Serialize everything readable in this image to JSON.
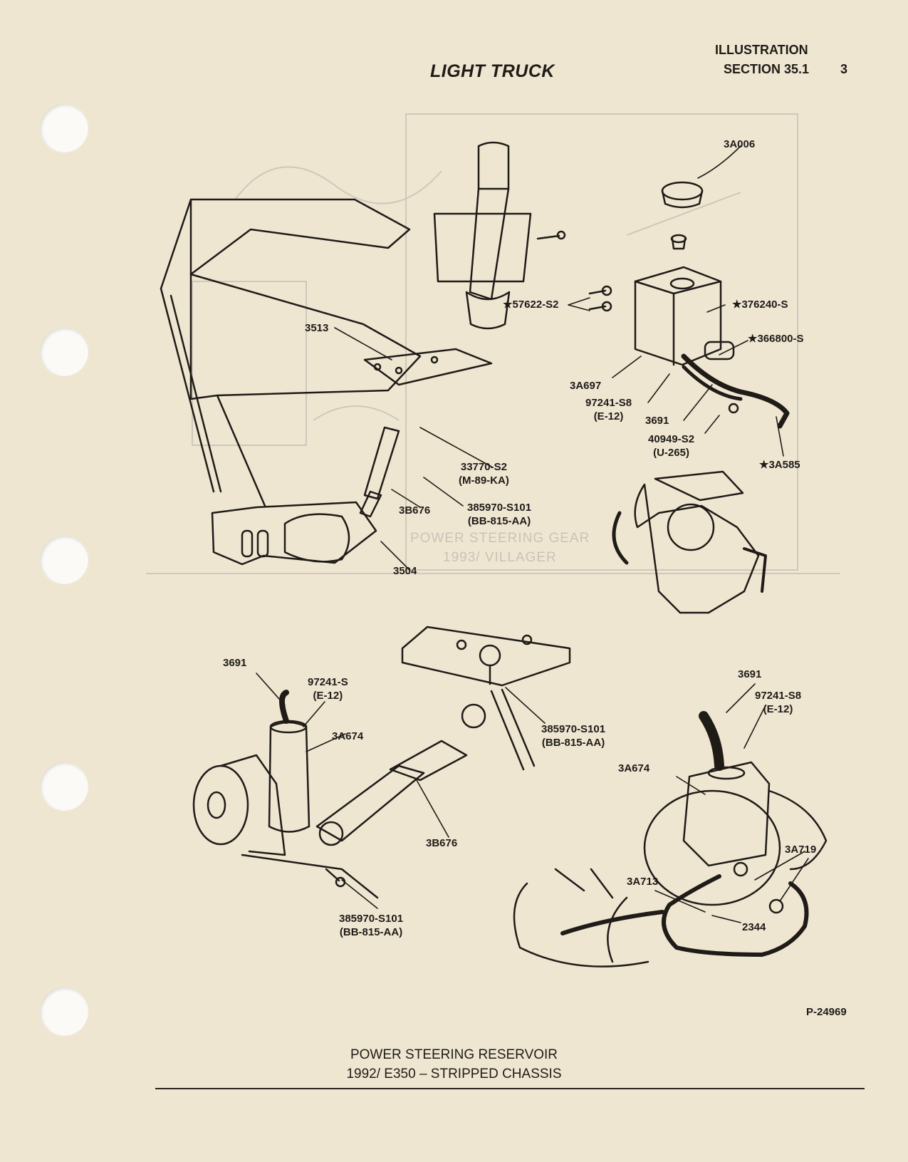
{
  "header": {
    "title": "LIGHT TRUCK",
    "illustration": "ILLUSTRATION",
    "section": "SECTION 35.1",
    "page_number": "3"
  },
  "labels": {
    "a3006": "3A006",
    "p57622": "★57622-S2",
    "p376240": "★376240-S",
    "p366800": "★366800-S",
    "p3513": "3513",
    "a3697": "3A697",
    "p97241_top": "97241-S8",
    "p97241_top_code": "(E-12)",
    "p3691_top": "3691",
    "p40949": "40949-S2",
    "p40949_code": "(U-265)",
    "a3585": "★3A585",
    "p33770": "33770-S2",
    "p33770_code": "(M-89-KA)",
    "p385970_top": "385970-S101",
    "p385970_top_code": "(BB-815-AA)",
    "b3676_top": "3B676",
    "p3504": "3504",
    "p3691_left": "3691",
    "p97241_left": "97241-S",
    "p97241_left_code": "(E-12)",
    "a3674_left": "3A674",
    "p385970_mid": "385970-S101",
    "p385970_mid_code": "(BB-815-AA)",
    "b3676_bottom": "3B676",
    "p385970_bottom": "385970-S101",
    "p385970_bottom_code": "(BB-815-AA)",
    "p3691_right": "3691",
    "p97241_right": "97241-S8",
    "p97241_right_code": "(E-12)",
    "a3674_right": "3A674",
    "a3719": "3A719",
    "a3713": "3A713",
    "p2344": "2344"
  },
  "bleed_through": {
    "line1": "POWER STEERING GEAR",
    "line2": "1993/ VILLAGER"
  },
  "figure_number": "P-24969",
  "caption": {
    "line1": "POWER STEERING RESERVOIR",
    "line2": "1992/ E350 – STRIPPED CHASSIS"
  }
}
